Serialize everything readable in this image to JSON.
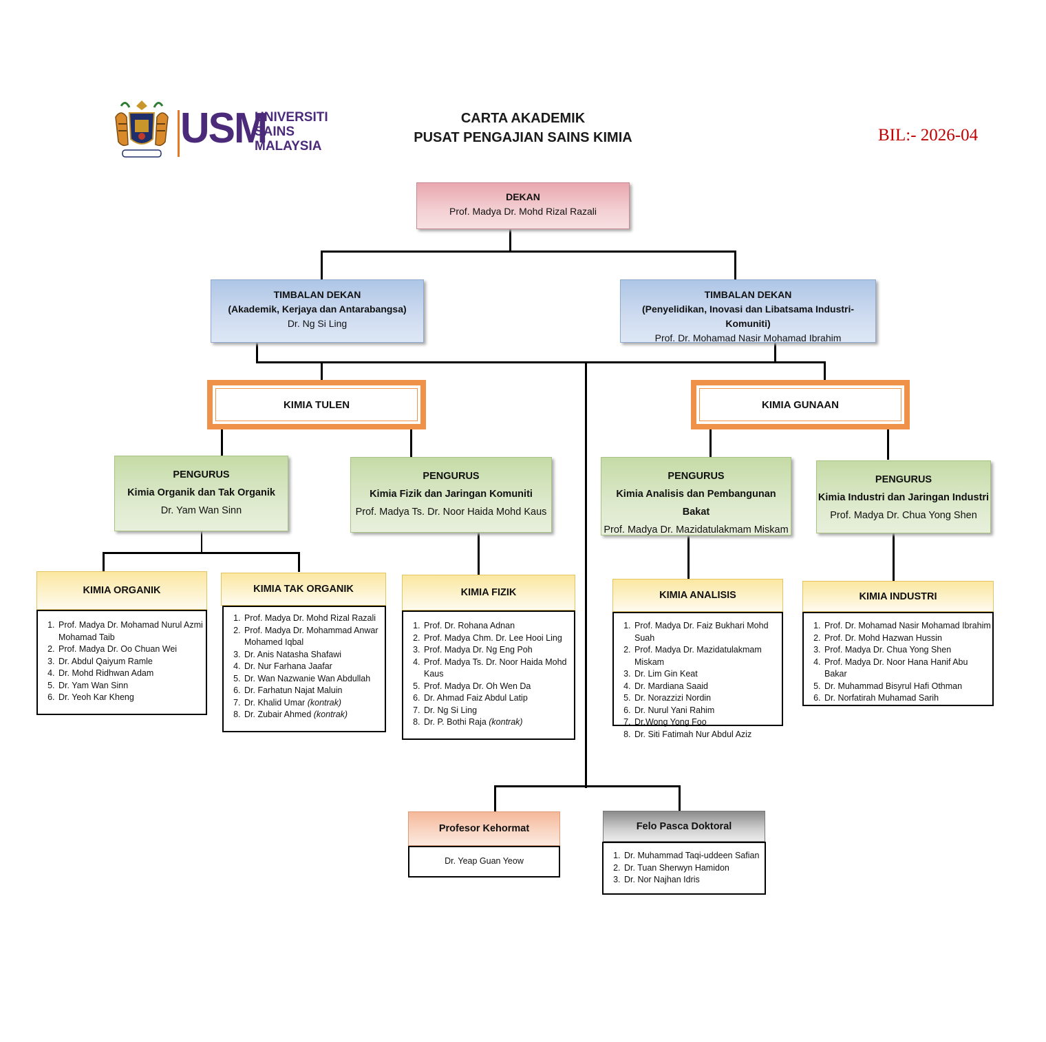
{
  "logo": {
    "mark": "USM",
    "name_lines": [
      "UNIVERSITI",
      "SAINS",
      "MALAYSIA"
    ],
    "crest_icon": "usm-crest-icon"
  },
  "header": {
    "title_line1": "CARTA AKADEMIK",
    "title_line2": "PUSAT PENGAJIAN SAINS KIMIA",
    "bil": "BIL:- 2026-04"
  },
  "colors": {
    "dekan": "#f3d0d3",
    "timbalan": "#cfdcf0",
    "kimia_border": "#f0914a",
    "pengurus": "#dde9cc",
    "dept_header": "#fdf3cf",
    "bil": "#c00000"
  },
  "dekan": {
    "title": "DEKAN",
    "name": "Prof. Madya Dr. Mohd Rizal Razali"
  },
  "timbalan_akademik": {
    "title": "TIMBALAN DEKAN",
    "portfolio": "(Akademik, Kerjaya dan Antarabangsa)",
    "name": "Dr. Ng Si Ling"
  },
  "timbalan_penyelidikan": {
    "title": "TIMBALAN DEKAN",
    "portfolio": "(Penyelidikan, Inovasi dan Libatsama Industri-Komuniti)",
    "name": "Prof. Dr. Mohamad Nasir Mohamad Ibrahim"
  },
  "kimia_tulen": "KIMIA TULEN",
  "kimia_gunaan": "KIMIA GUNAAN",
  "pengurus": [
    {
      "title": "PENGURUS",
      "unit": "Kimia Organik dan Tak Organik",
      "name": "Dr. Yam Wan Sinn"
    },
    {
      "title": "PENGURUS",
      "unit": "Kimia Fizik dan Jaringan Komuniti",
      "name": "Prof. Madya Ts. Dr. Noor Haida Mohd Kaus"
    },
    {
      "title": "PENGURUS",
      "unit": "Kimia Analisis dan Pembangunan Bakat",
      "name": "Prof. Madya Dr. Mazidatulakmam Miskam"
    },
    {
      "title": "PENGURUS",
      "unit": "Kimia Industri dan Jaringan Industri",
      "name": "Prof. Madya Dr. Chua Yong Shen"
    }
  ],
  "departments": [
    {
      "name": "KIMIA ORGANIK",
      "members": [
        "Prof. Madya Dr. Mohamad Nurul Azmi Mohamad Taib",
        "Prof. Madya Dr. Oo Chuan Wei",
        "Dr. Abdul Qaiyum Ramle",
        "Dr. Mohd Ridhwan Adam",
        "Dr. Yam Wan Sinn",
        "Dr. Yeoh Kar Kheng"
      ]
    },
    {
      "name": "KIMIA TAK ORGANIK",
      "members": [
        "Prof. Madya Dr. Mohd Rizal Razali",
        "Prof. Madya Dr. Mohammad Anwar Mohamed Iqbal",
        "Dr. Anis Natasha Shafawi",
        "Dr. Nur Farhana Jaafar",
        "Dr. Wan Nazwanie Wan Abdullah",
        "Dr. Farhatun Najat Maluin",
        "Dr. Khalid Umar (kontrak)",
        "Dr. Zubair Ahmed (kontrak)"
      ]
    },
    {
      "name": "KIMIA FIZIK",
      "members": [
        "Prof. Dr. Rohana Adnan",
        "Prof. Madya Chm. Dr. Lee Hooi Ling",
        "Prof. Madya Dr. Ng Eng Poh",
        "Prof. Madya Ts. Dr. Noor Haida Mohd Kaus",
        "Prof. Madya Dr. Oh Wen Da",
        "Dr. Ahmad Faiz Abdul Latip",
        "Dr. Ng Si Ling",
        "Dr. P. Bothi Raja (kontrak)"
      ]
    },
    {
      "name": "KIMIA ANALISIS",
      "members": [
        "Prof. Madya Dr. Faiz Bukhari Mohd Suah",
        "Prof. Madya Dr. Mazidatulakmam Miskam",
        "Dr. Lim Gin Keat",
        "Dr. Mardiana Saaid",
        "Dr. Norazzizi Nordin",
        "Dr. Nurul Yani Rahim",
        "Dr.Wong Yong Foo",
        "Dr. Siti Fatimah Nur Abdul Aziz"
      ]
    },
    {
      "name": "KIMIA INDUSTRI",
      "members": [
        "Prof. Dr. Mohamad Nasir Mohamad Ibrahim",
        "Prof. Dr. Mohd Hazwan Hussin",
        "Prof. Madya Dr. Chua Yong Shen",
        "Prof. Madya Dr. Noor Hana Hanif Abu Bakar",
        "Dr. Muhammad Bisyrul Hafi Othman",
        "Dr. Norfatirah Muhamad Sarih"
      ]
    }
  ],
  "profesor_kehormat": {
    "title": "Profesor Kehormat",
    "members": [
      "Dr. Yeap Guan Yeow"
    ]
  },
  "felo_pasca_doktoral": {
    "title": "Felo Pasca Doktoral",
    "members": [
      "Dr. Muhammad Taqi-uddeen Safian",
      "Dr. Tuan Sherwyn Hamidon",
      "Dr. Nor Najhan Idris"
    ]
  }
}
